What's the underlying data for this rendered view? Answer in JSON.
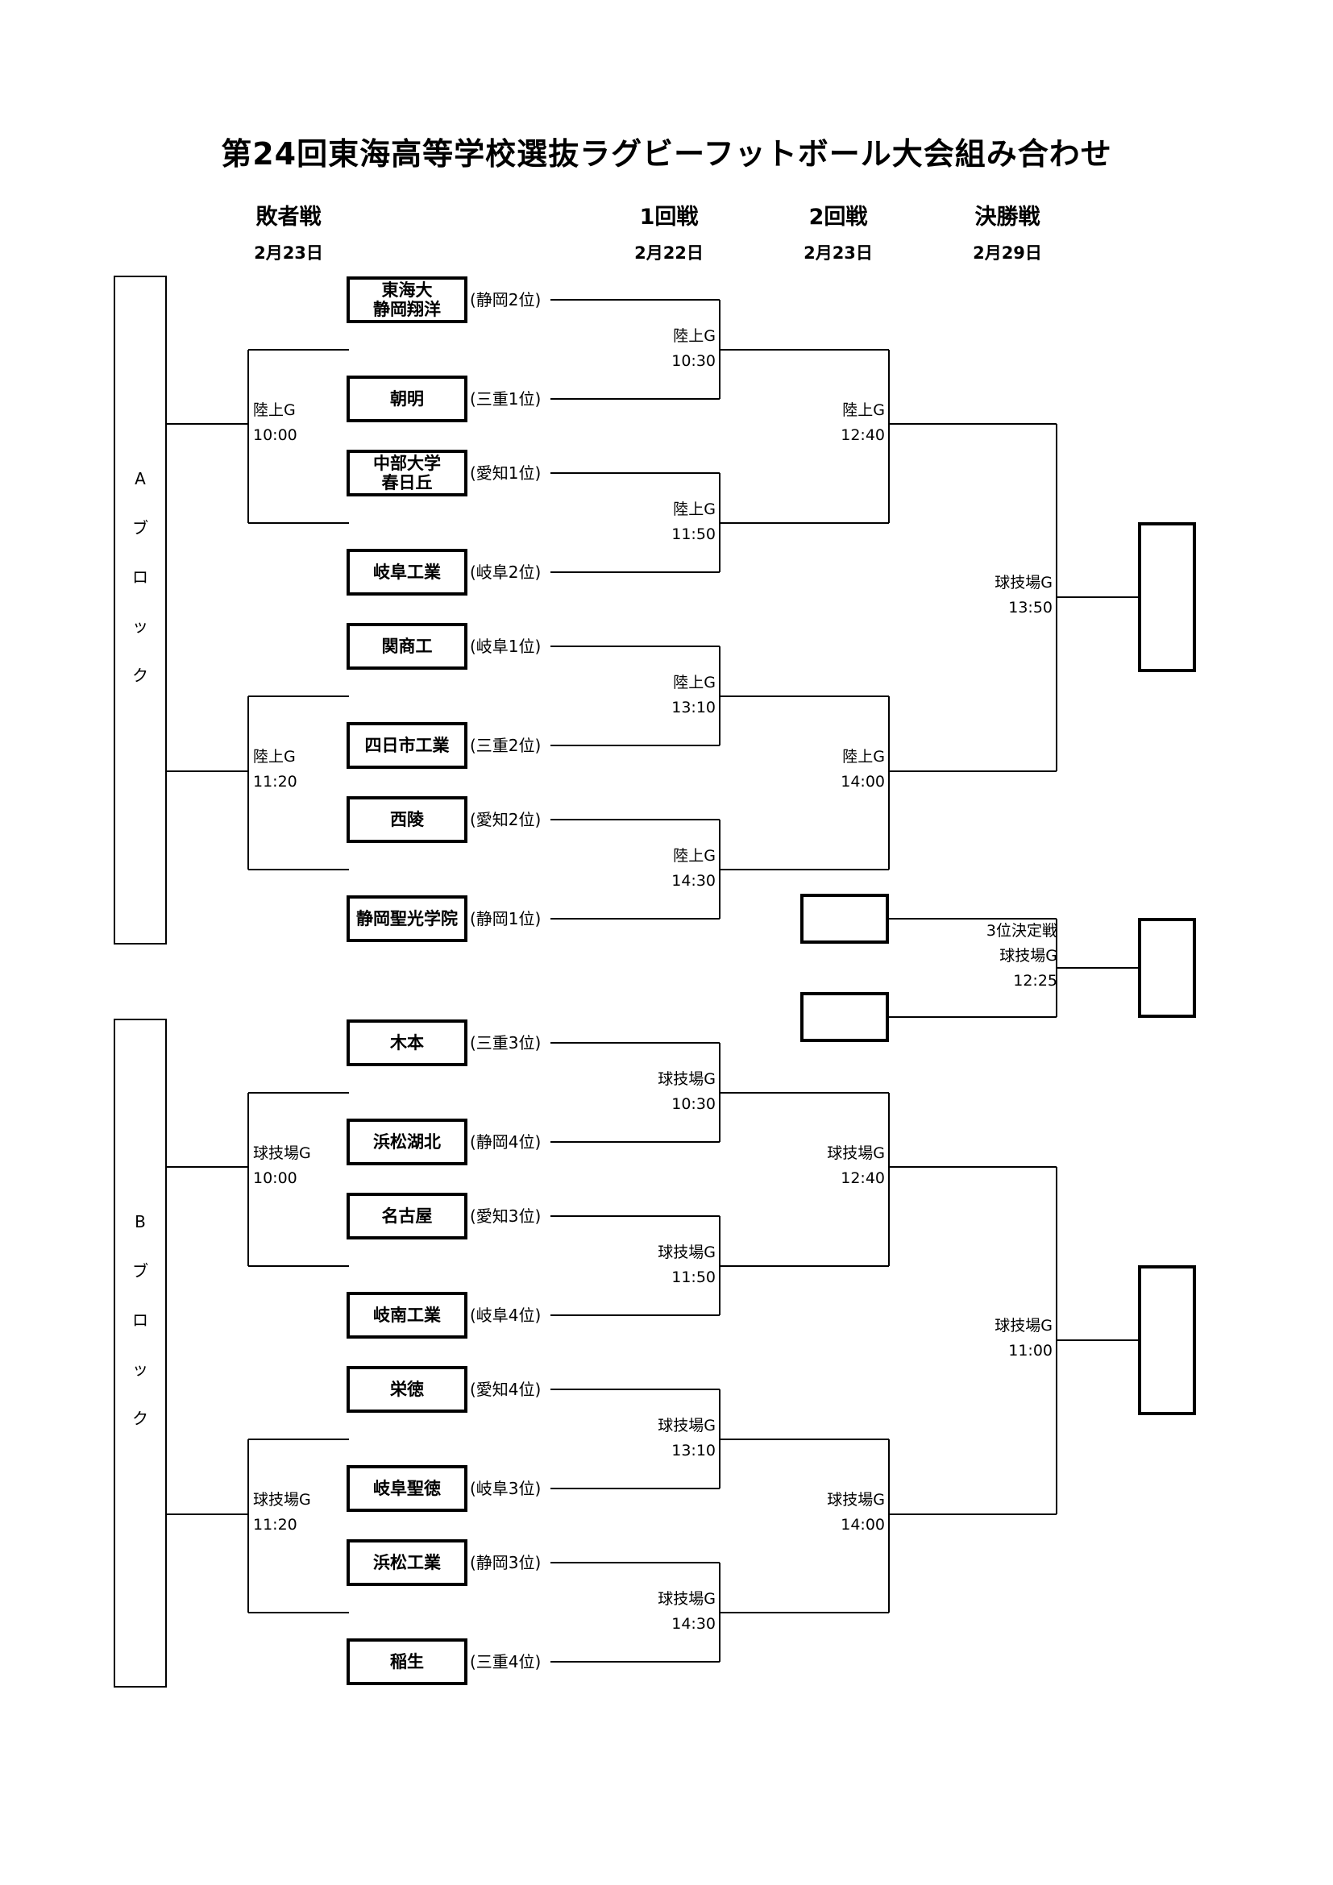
{
  "title": "第24回東海高等学校選抜ラグビーフットボール大会組み合わせ",
  "rounds": {
    "loser": {
      "label": "敗者戦",
      "date": "2月23日"
    },
    "first": {
      "label": "1回戦",
      "date": "2月22日"
    },
    "second": {
      "label": "2回戦",
      "date": "2月23日"
    },
    "final": {
      "label": "決勝戦",
      "date": "2月29日"
    }
  },
  "blocks": {
    "a": [
      "A",
      "ブ",
      "ロ",
      "ッ",
      "ク"
    ],
    "b": [
      "B",
      "ブ",
      "ロ",
      "ッ",
      "ク"
    ]
  },
  "teams": [
    {
      "name": "東海大\n静岡翔洋",
      "seed": "(静岡2位)"
    },
    {
      "name": "朝明",
      "seed": "(三重1位)"
    },
    {
      "name": "中部大学\n春日丘",
      "seed": "(愛知1位)"
    },
    {
      "name": "岐阜工業",
      "seed": "(岐阜2位)"
    },
    {
      "name": "関商工",
      "seed": "(岐阜1位)"
    },
    {
      "name": "四日市工業",
      "seed": "(三重2位)"
    },
    {
      "name": "西陵",
      "seed": "(愛知2位)"
    },
    {
      "name": "静岡聖光学院",
      "seed": "(静岡1位)"
    },
    {
      "name": "木本",
      "seed": "(三重3位)"
    },
    {
      "name": "浜松湖北",
      "seed": "(静岡4位)"
    },
    {
      "name": "名古屋",
      "seed": "(愛知3位)"
    },
    {
      "name": "岐南工業",
      "seed": "(岐阜4位)"
    },
    {
      "name": "栄徳",
      "seed": "(愛知4位)"
    },
    {
      "name": "岐阜聖徳",
      "seed": "(岐阜3位)"
    },
    {
      "name": "浜松工業",
      "seed": "(静岡3位)"
    },
    {
      "name": "稲生",
      "seed": "(三重4位)"
    }
  ],
  "matches": {
    "r1": [
      {
        "venue": "陸上G",
        "time": "10:30"
      },
      {
        "venue": "陸上G",
        "time": "11:50"
      },
      {
        "venue": "陸上G",
        "time": "13:10"
      },
      {
        "venue": "陸上G",
        "time": "14:30"
      },
      {
        "venue": "球技場G",
        "time": "10:30"
      },
      {
        "venue": "球技場G",
        "time": "11:50"
      },
      {
        "venue": "球技場G",
        "time": "13:10"
      },
      {
        "venue": "球技場G",
        "time": "14:30"
      }
    ],
    "r2": [
      {
        "venue": "陸上G",
        "time": "12:40"
      },
      {
        "venue": "陸上G",
        "time": "14:00"
      },
      {
        "venue": "球技場G",
        "time": "12:40"
      },
      {
        "venue": "球技場G",
        "time": "14:00"
      }
    ],
    "semi": [
      {
        "venue": "球技場G",
        "time": "13:50"
      },
      {
        "venue": "球技場G",
        "time": "11:00"
      }
    ],
    "loser": [
      {
        "venue": "陸上G",
        "time": "10:00"
      },
      {
        "venue": "陸上G",
        "time": "11:20"
      },
      {
        "venue": "球技場G",
        "time": "10:00"
      },
      {
        "venue": "球技場G",
        "time": "11:20"
      }
    ],
    "third": {
      "label": "3位決定戦",
      "venue": "球技場G",
      "time": "12:25"
    }
  }
}
